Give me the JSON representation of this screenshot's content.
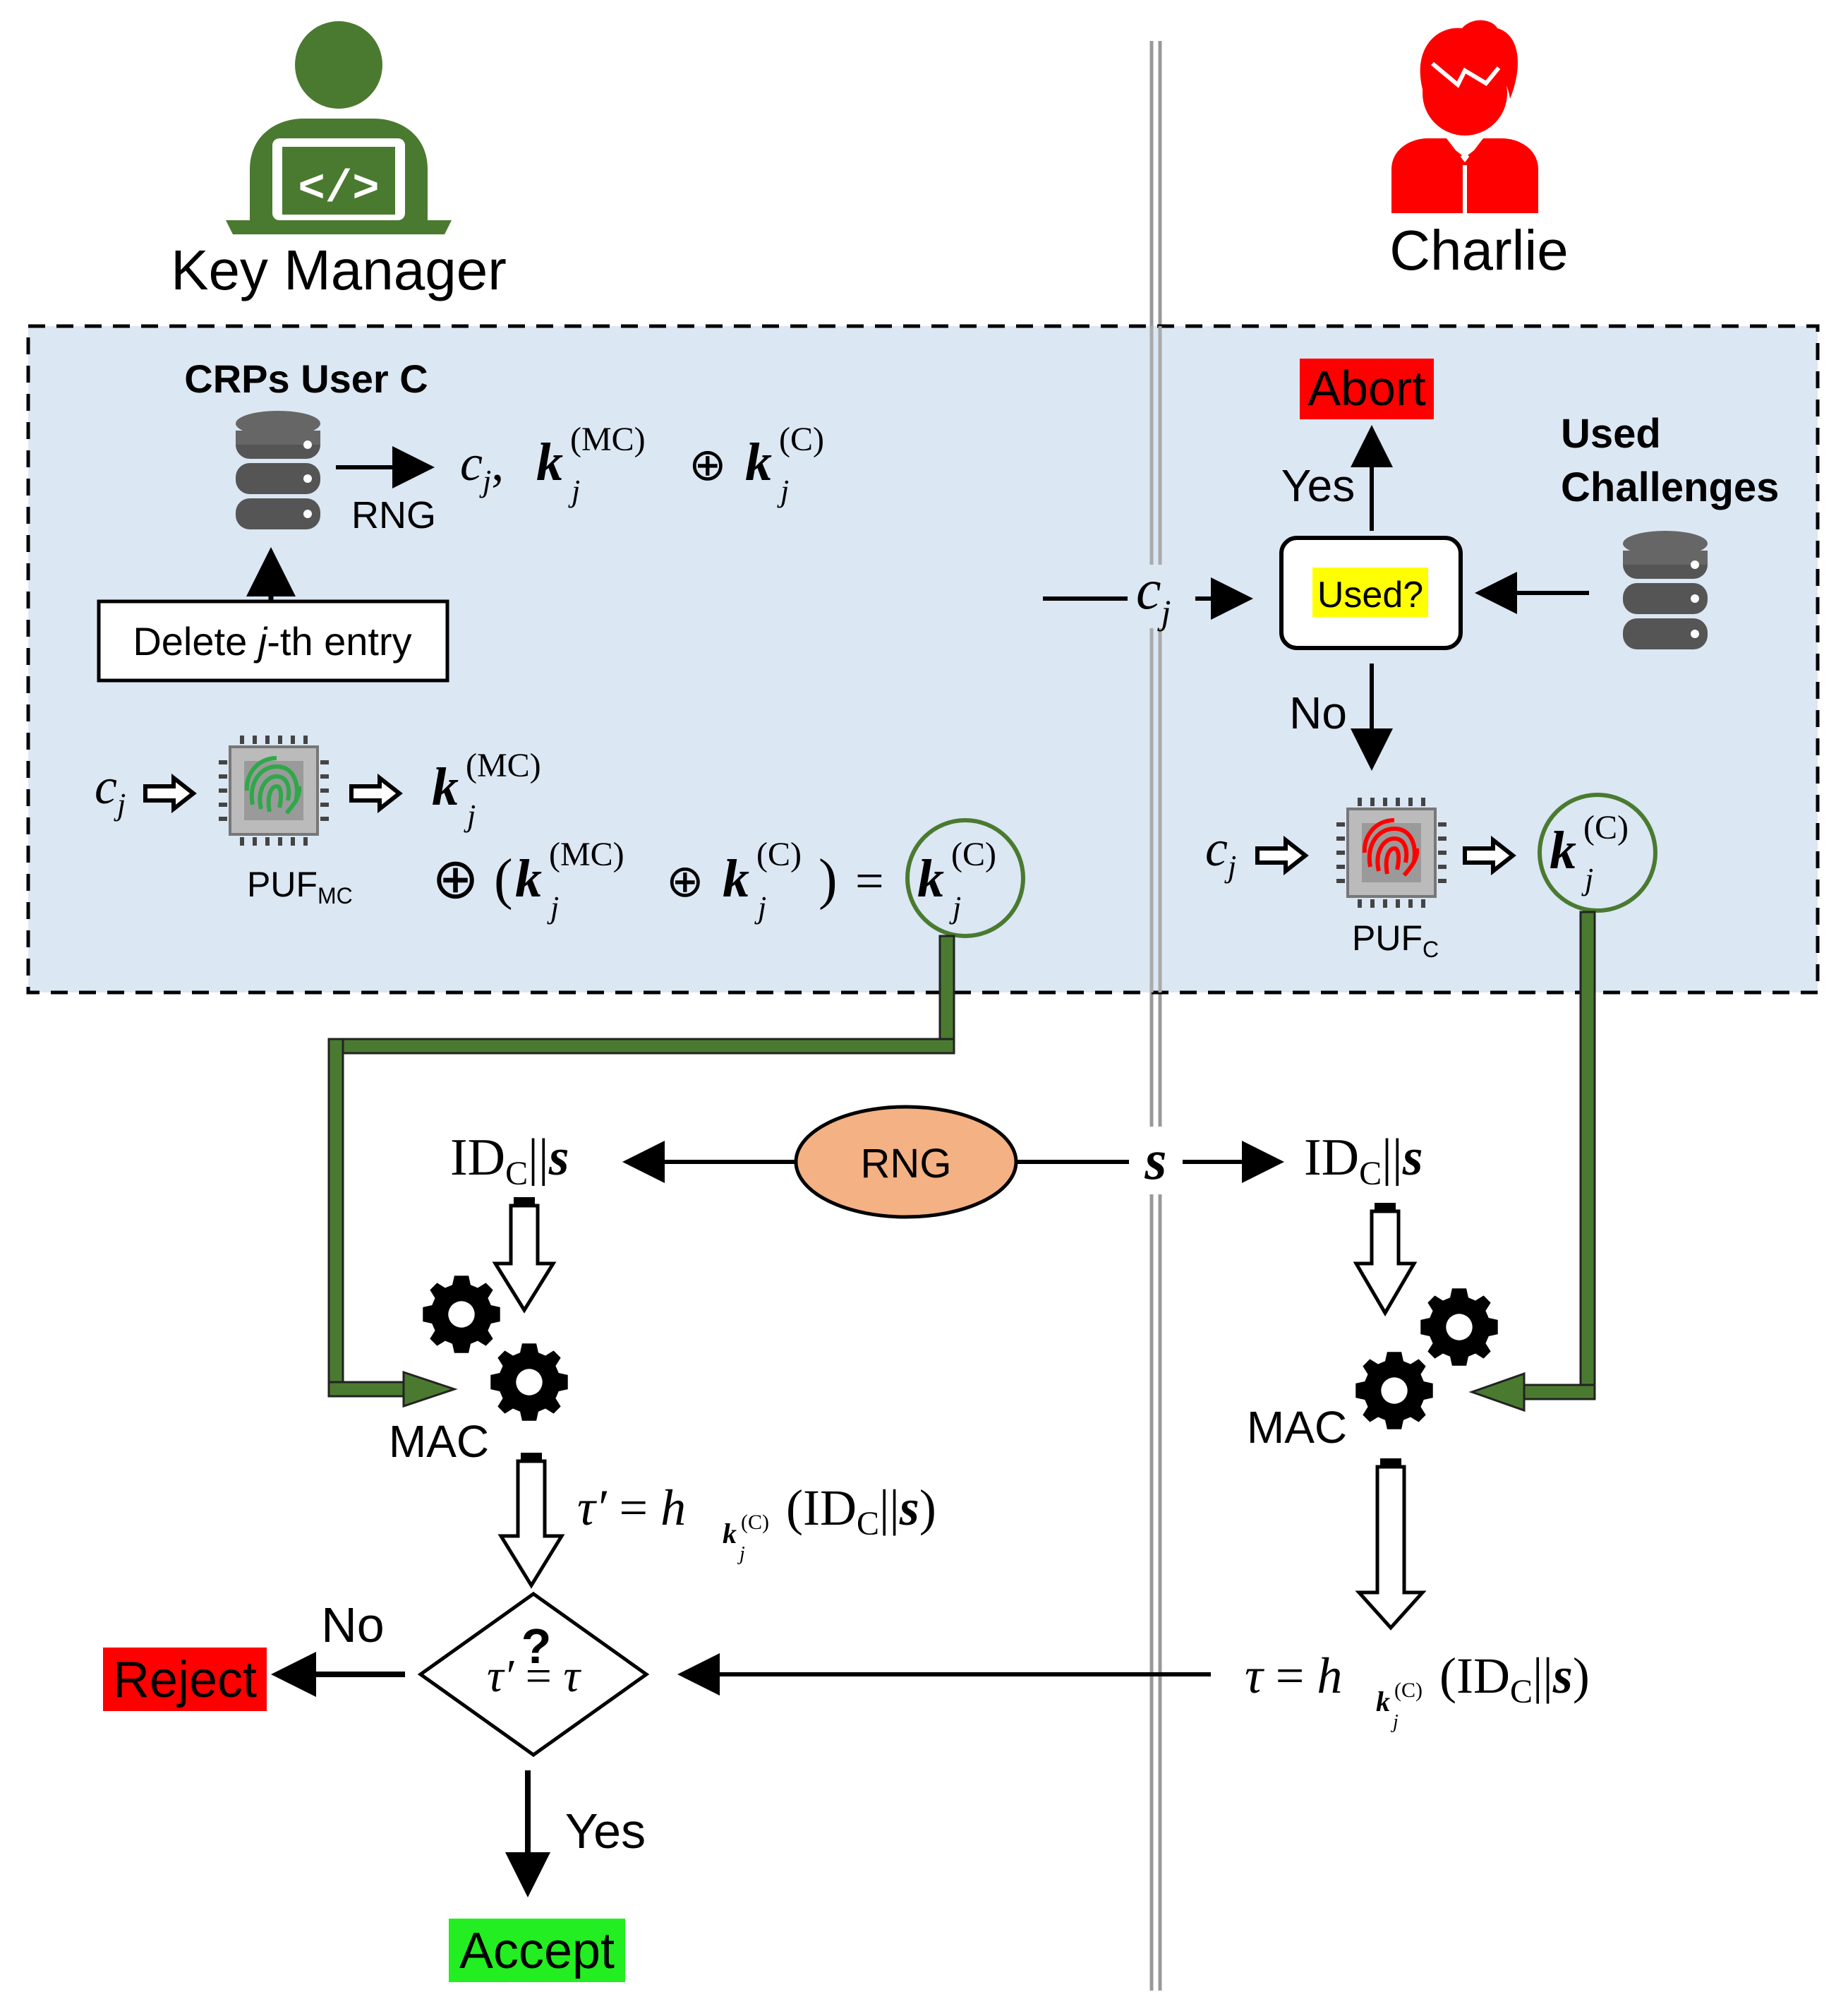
{
  "actors": {
    "key_manager": {
      "label": "Key Manager",
      "icon": "developer-user-icon",
      "color": "#4a7a30"
    },
    "charlie": {
      "label": "Charlie",
      "icon": "person-icon",
      "color": "#ff0000"
    }
  },
  "colors": {
    "enrollment_box_fill": "#dbe7f3",
    "green_pipe": "#4a7a30",
    "abort_bg": "#ff0000",
    "reject_bg": "#ff0000",
    "accept_bg": "#22ee22",
    "used_highlight": "#ffff00",
    "rng_fill": "#f4b183"
  },
  "key_manager": {
    "crp_db_title": "CRPs User C",
    "rng_label": "RNG",
    "delete_box": {
      "pre": "Delete ",
      "j": "j",
      "post": "-th entry"
    },
    "puf_label": "PUF",
    "puf_sub": "MC"
  },
  "charlie": {
    "abort_label": "Abort",
    "yes_label": "Yes",
    "no_label": "No",
    "used_check": "Used?",
    "used_challenges_line1": "Used",
    "used_challenges_line2": "Challenges",
    "puf_label": "PUF",
    "puf_sub": "C"
  },
  "authentication": {
    "rng_label": "RNG",
    "mac_label": "MAC",
    "no_label": "No",
    "yes_label": "Yes",
    "reject_label": "Reject",
    "accept_label": "Accept",
    "question_mark": "?"
  }
}
